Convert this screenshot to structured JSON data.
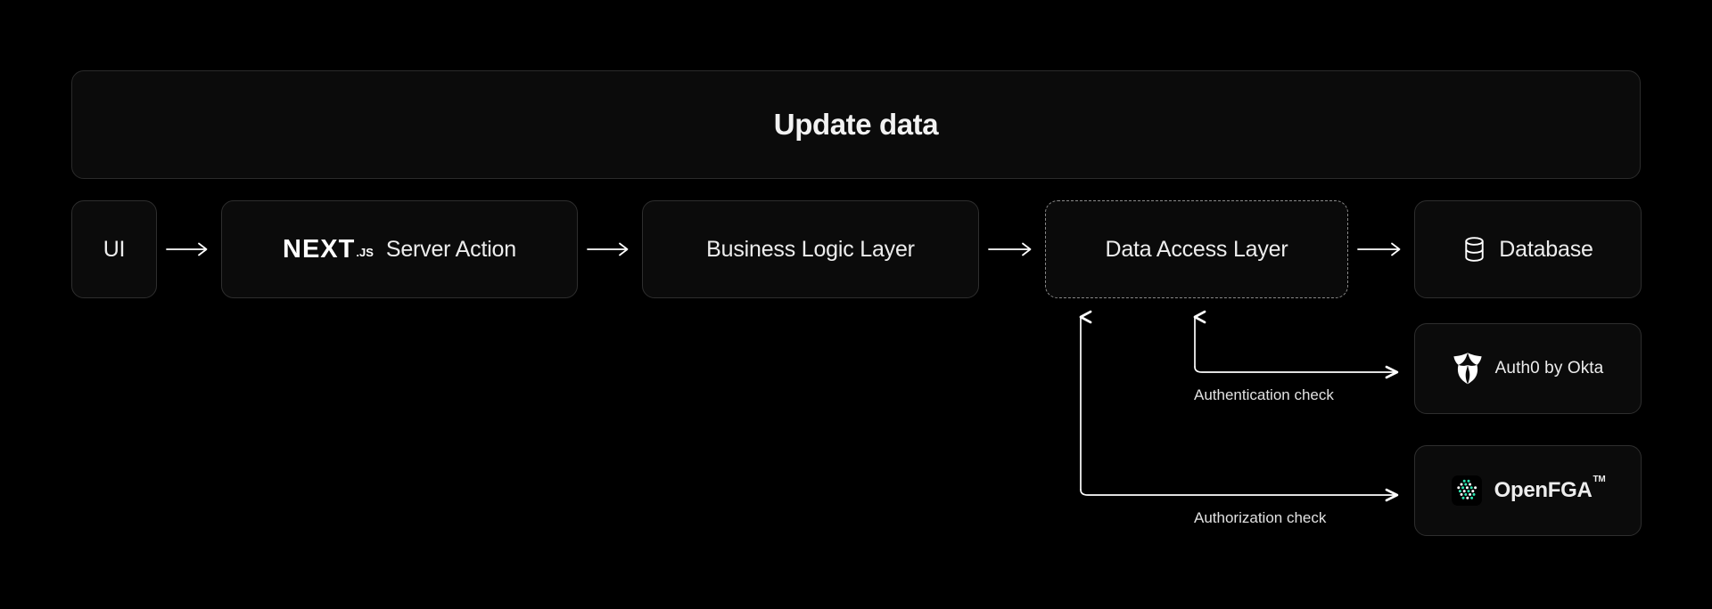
{
  "title": {
    "text": "Update data"
  },
  "theme": {
    "background": "#000000",
    "panel_fill": "#0b0b0b",
    "panel_border": "#2e2e2e",
    "dashed_border": "#8a8a8a",
    "text": "#ededed",
    "arrow": "#ffffff",
    "openfga_accent": "#2ee6b0"
  },
  "flow": {
    "nodes": [
      {
        "id": "ui",
        "label": "UI",
        "icon": null,
        "border": "solid"
      },
      {
        "id": "next",
        "label": "Server Action",
        "icon": "nextjs-logo",
        "border": "solid",
        "brand": "NEXT",
        "brand_suffix": ".JS"
      },
      {
        "id": "business",
        "label": "Business Logic Layer",
        "icon": null,
        "border": "solid"
      },
      {
        "id": "dal",
        "label": "Data Access Layer",
        "icon": null,
        "border": "dashed"
      },
      {
        "id": "database",
        "label": "Database",
        "icon": "database-icon",
        "border": "solid"
      }
    ],
    "arrows": [
      {
        "id": "ui-next",
        "from": "ui",
        "to": "next",
        "glyph": "arrow-right"
      },
      {
        "id": "next-business",
        "from": "next",
        "to": "business",
        "glyph": "arrow-right"
      },
      {
        "id": "business-dal",
        "from": "business",
        "to": "dal",
        "glyph": "arrow-right"
      },
      {
        "id": "dal-database",
        "from": "dal",
        "to": "database",
        "glyph": "arrow-right"
      }
    ]
  },
  "services": [
    {
      "id": "auth0",
      "label": "Auth0 by Okta",
      "icon": "auth0-shield-icon",
      "connector_label": "Authentication check"
    },
    {
      "id": "openfga",
      "label": "OpenFGA",
      "trademark": "TM",
      "icon": "openfga-dots-icon",
      "connector_label": "Authorization check"
    }
  ],
  "connectors": {
    "authentication": {
      "label": "Authentication check",
      "from": "data-access-layer",
      "to": "auth0"
    },
    "authorization": {
      "label": "Authorization check",
      "from": "data-access-layer",
      "to": "openfga"
    }
  }
}
